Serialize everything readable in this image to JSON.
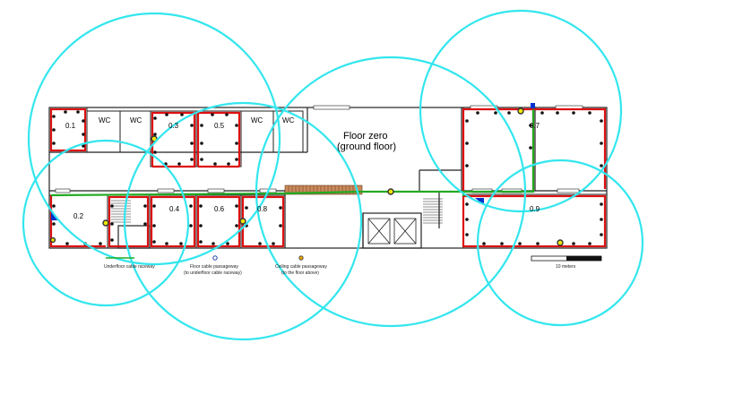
{
  "floor": {
    "title_line1": "Floor zero",
    "title_line2": "(ground floor)"
  },
  "rooms": [
    {
      "id": "r01",
      "label": "0.1"
    },
    {
      "id": "r02",
      "label": "0.2"
    },
    {
      "id": "r03",
      "label": "0.3"
    },
    {
      "id": "r04",
      "label": "0.4"
    },
    {
      "id": "r05",
      "label": "0.5"
    },
    {
      "id": "r06",
      "label": "0.6"
    },
    {
      "id": "r07",
      "label": "0.7"
    },
    {
      "id": "r08",
      "label": "0.8"
    },
    {
      "id": "r09",
      "label": "0.9"
    },
    {
      "id": "wc1",
      "label": "WC"
    },
    {
      "id": "wc2",
      "label": "WC"
    },
    {
      "id": "wc3",
      "label": "WC"
    },
    {
      "id": "wc4",
      "label": "WC"
    }
  ],
  "legend": {
    "underfloor_raceway": "Underfloor cable raceway",
    "floor_passage_line1": "Floor cable passageway",
    "floor_passage_line2": "(to underfloor cable raceway)",
    "ceiling_passage_line1": "Ceiling cable passageway",
    "ceiling_passage_line2": "(to the floor above)"
  },
  "scale": {
    "label": "10 meters"
  },
  "colors": {
    "coverage": "#33e6ee",
    "cable_red": "#dd1111",
    "cable_green": "#22aa22",
    "wall": "#222222",
    "ceiling_passage": "#f2e600",
    "access_point": "#0033cc"
  }
}
